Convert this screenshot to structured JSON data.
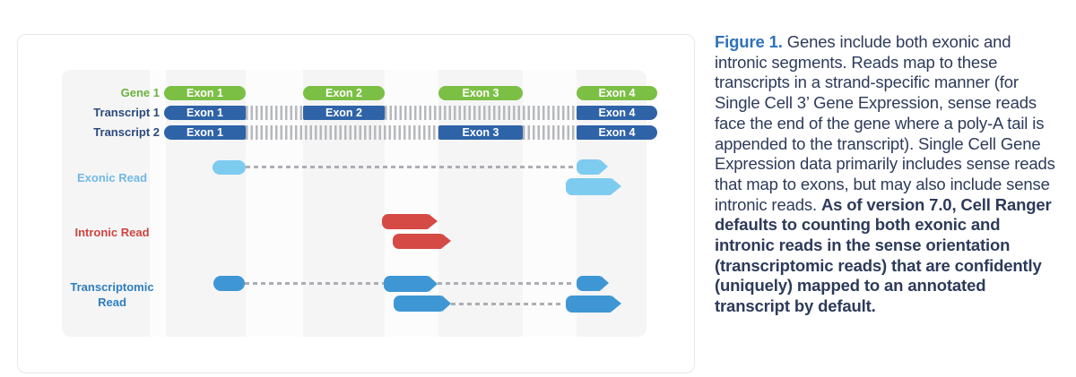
{
  "diagram": {
    "row_labels": {
      "gene": "Gene 1",
      "transcript1": "Transcript 1",
      "transcript2": "Transcript 2",
      "exonic_read": "Exonic Read",
      "intronic_read": "Intronic Read",
      "transcriptomic_read": "Transcriptomic Read"
    },
    "exon_labels": [
      "Exon 1",
      "Exon 2",
      "Exon 3",
      "Exon 4"
    ],
    "colors": {
      "exon_green": "#7bbf44",
      "exon_blue": "#2f63a8",
      "exonic_read_blue": "#7ecbf0",
      "intronic_read_red": "#d54a44",
      "transcriptomic_read_blue": "#3e97d4",
      "intron_hatch_gray": "#b6b9bc",
      "dash_gray": "#abaeb2",
      "label_navy": "#2c4a7c",
      "panel_gray": "#f5f5f6"
    }
  },
  "caption": {
    "figure_label": "Figure 1.",
    "body_regular": " Genes include both exonic and intronic segments. Reads map to these transcripts in a strand-specific manner (for Single Cell 3’ Gene Expression, sense reads face the end of the gene where a poly-A tail is appended to the transcript). Single Cell Gene Expression data primarily includes sense reads that map to exons, but may also include sense intronic reads. ",
    "body_bold": "As of version 7.0, Cell Ranger defaults to counting both exonic and intronic reads in the sense orientation (transcriptomic reads) that are confidently (uniquely) mapped to an annotated transcript by default."
  }
}
